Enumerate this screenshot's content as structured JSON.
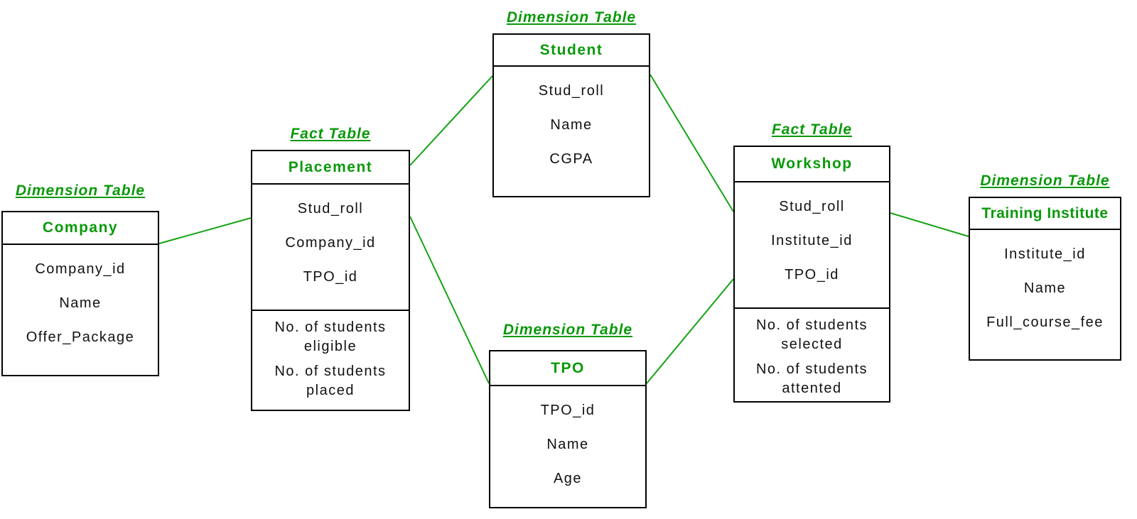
{
  "diagram": {
    "type": "fact-constellation-schema",
    "colors": {
      "green_text": "#0a990a",
      "green_line": "#14a314",
      "border_black": "#000000",
      "field_text": "#111111",
      "background": "#ffffff"
    },
    "tables": {
      "company": {
        "type_label": "Dimension Table",
        "name": "Company",
        "fields": [
          "Company_id",
          "Name",
          "Offer_Package"
        ]
      },
      "placement": {
        "type_label": "Fact Table",
        "name": "Placement",
        "fields": [
          "Stud_roll",
          "Company_id",
          "TPO_id"
        ],
        "measures": [
          "No. of students eligible",
          "No. of students placed"
        ]
      },
      "student": {
        "type_label": "Dimension Table",
        "name": "Student",
        "fields": [
          "Stud_roll",
          "Name",
          "CGPA"
        ]
      },
      "tpo": {
        "type_label": "Dimension Table",
        "name": "TPO",
        "fields": [
          "TPO_id",
          "Name",
          "Age"
        ]
      },
      "workshop": {
        "type_label": "Fact Table",
        "name": "Workshop",
        "fields": [
          "Stud_roll",
          "Institute_id",
          "TPO_id"
        ],
        "measures": [
          "No. of students selected",
          "No. of students attented"
        ]
      },
      "training_institute": {
        "type_label": "Dimension Table",
        "name": "Training Institute",
        "fields": [
          "Institute_id",
          "Name",
          "Full_course_fee"
        ]
      }
    },
    "relationships": [
      {
        "from": "Company",
        "to": "Placement"
      },
      {
        "from": "Placement",
        "to": "Student"
      },
      {
        "from": "Placement",
        "to": "TPO"
      },
      {
        "from": "Student",
        "to": "Workshop"
      },
      {
        "from": "TPO",
        "to": "Workshop"
      },
      {
        "from": "Workshop",
        "to": "Training Institute"
      }
    ]
  }
}
